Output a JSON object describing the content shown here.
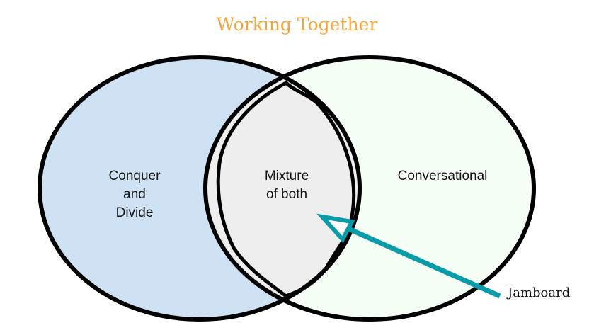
{
  "title": "Working Together",
  "colors": {
    "title": "#f6a53d",
    "left_fill": "#cfe2f3",
    "right_fill": "#f5fff5",
    "overlap_fill": "#eeeeee",
    "outline": "#000000",
    "arrow": "#0a9ba8"
  },
  "sets": {
    "left": {
      "lines": [
        "Conquer",
        "and",
        "Divide"
      ]
    },
    "overlap": {
      "lines": [
        "Mixture",
        "of both"
      ]
    },
    "right": {
      "lines": [
        "Conversational"
      ]
    }
  },
  "annotation": {
    "label": "Jamboard",
    "points_to": "overlap",
    "icon": "arrow-icon"
  }
}
